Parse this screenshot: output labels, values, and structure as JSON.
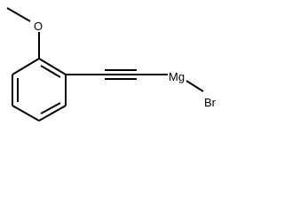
{
  "molecule": {
    "atoms": {
      "oxygen": "O",
      "magnesium": "Mg",
      "bromine": "Br"
    }
  }
}
